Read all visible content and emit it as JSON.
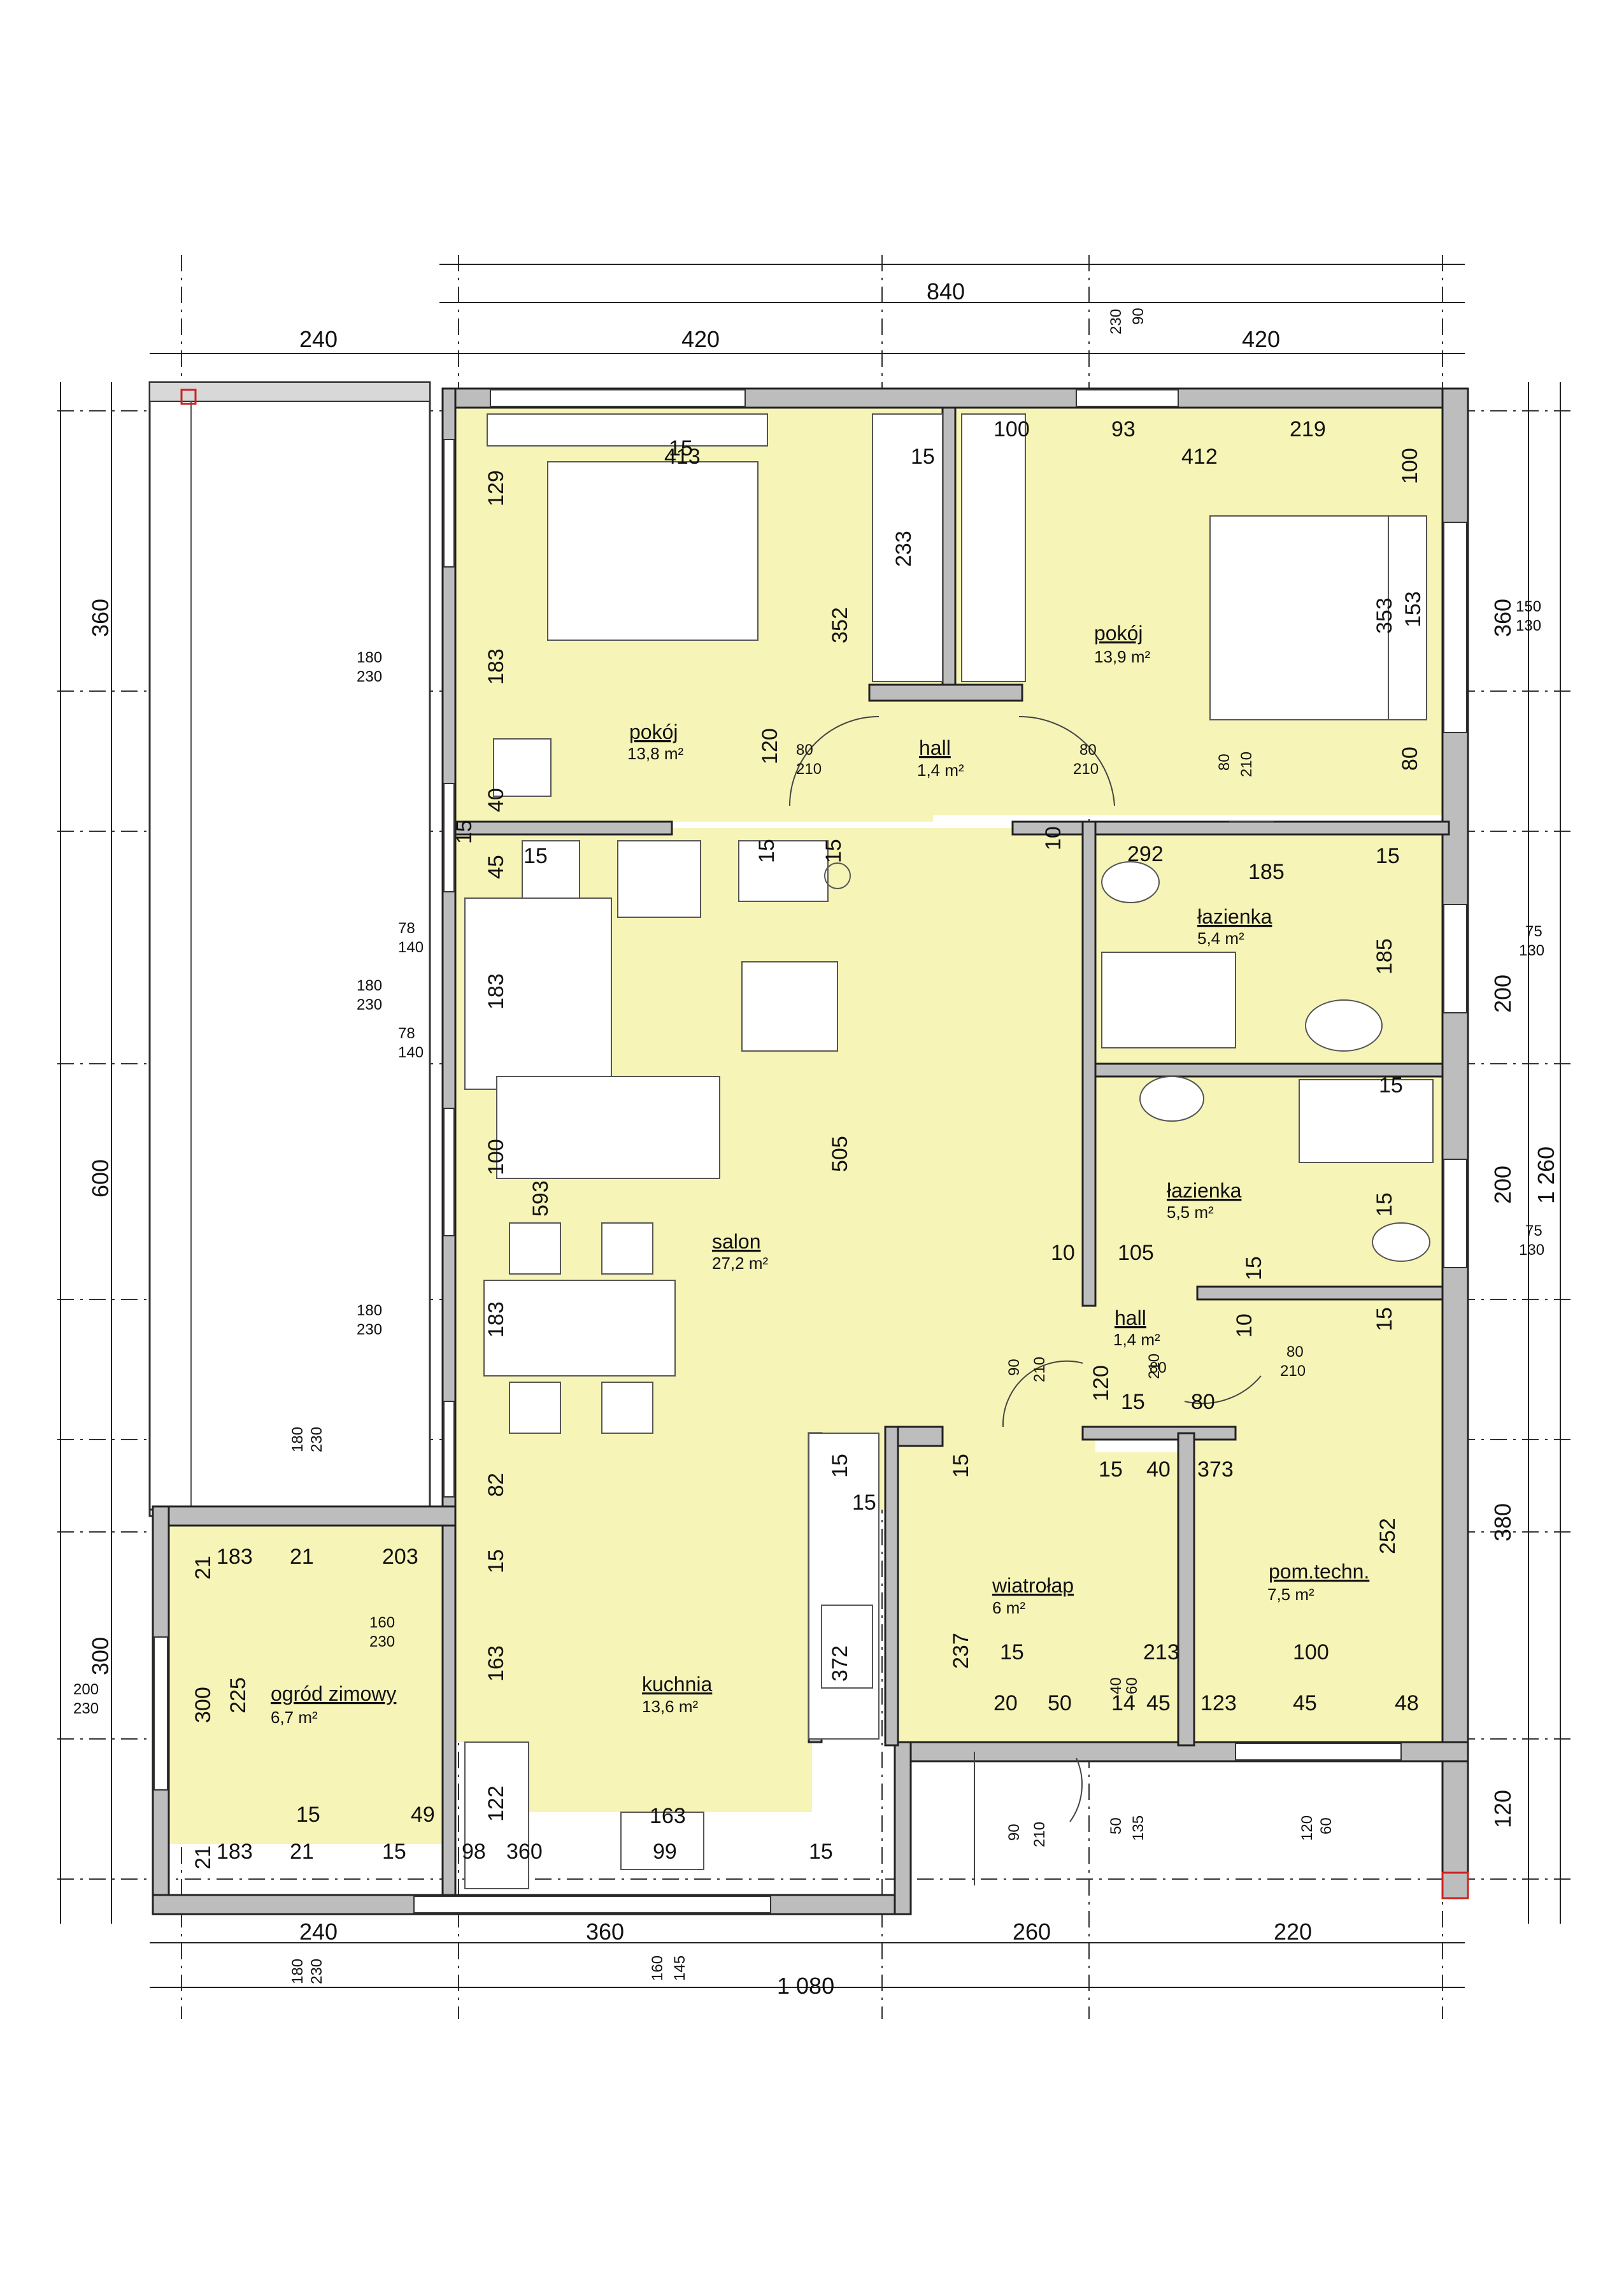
{
  "rooms": [
    {
      "name": "pokój",
      "area": "13,8 m²"
    },
    {
      "name": "hall",
      "area": "1,4 m²"
    },
    {
      "name": "pokój",
      "area": "13,9 m²"
    },
    {
      "name": "łazienka",
      "area": "5,4 m²"
    },
    {
      "name": "łazienka",
      "area": "5,5 m²"
    },
    {
      "name": "hall",
      "area": "1,4 m²"
    },
    {
      "name": "salon",
      "area": "27,2 m²"
    },
    {
      "name": "wiatrołap",
      "area": "6 m²"
    },
    {
      "name": "pom.techn.",
      "area": "7,5 m²"
    },
    {
      "name": "kuchnia",
      "area": "13,6 m²"
    },
    {
      "name": "ogród zimowy",
      "area": "6,7 m²"
    }
  ],
  "dimensions": {
    "top": [
      "240",
      "420",
      "420",
      "840"
    ],
    "bottom": [
      "240",
      "360",
      "260",
      "220",
      "1 080"
    ],
    "left": [
      "360",
      "600",
      "300"
    ],
    "right": [
      "360",
      "1 260",
      "380",
      "120",
      "200",
      "200"
    ],
    "interior": [
      "413",
      "412",
      "129",
      "183",
      "40",
      "45",
      "183",
      "100",
      "593",
      "183",
      "82",
      "15",
      "163",
      "122",
      "352",
      "233",
      "505",
      "372",
      "120",
      "100",
      "93",
      "219",
      "353",
      "153",
      "100",
      "80",
      "292",
      "185",
      "185",
      "15",
      "10",
      "105",
      "120",
      "15",
      "80",
      "15",
      "40",
      "373",
      "252",
      "237",
      "15",
      "213",
      "100",
      "20",
      "50",
      "14",
      "45",
      "123",
      "45",
      "48",
      "21",
      "183",
      "21",
      "203",
      "300",
      "225",
      "15",
      "49",
      "21",
      "183",
      "21",
      "15",
      "98",
      "360",
      "163",
      "99",
      "15",
      "15",
      "15",
      "15",
      "15",
      "15",
      "15",
      "10",
      "15",
      "15",
      "15",
      "10",
      "15",
      "15",
      "15",
      "15"
    ],
    "openings": [
      {
        "a": "180",
        "b": "230"
      },
      {
        "a": "78",
        "b": "140"
      },
      {
        "a": "180",
        "b": "230"
      },
      {
        "a": "78",
        "b": "140"
      },
      {
        "a": "180",
        "b": "230"
      },
      {
        "a": "180",
        "b": "230"
      },
      {
        "a": "160",
        "b": "230"
      },
      {
        "a": "200",
        "b": "230"
      },
      {
        "a": "150",
        "b": "130"
      },
      {
        "a": "75",
        "b": "130"
      },
      {
        "a": "75",
        "b": "130"
      },
      {
        "a": "80",
        "b": "210"
      },
      {
        "a": "80",
        "b": "210"
      },
      {
        "a": "80",
        "b": "210"
      },
      {
        "a": "80",
        "b": "210"
      },
      {
        "a": "90",
        "b": "210"
      },
      {
        "a": "90",
        "b": "210"
      },
      {
        "a": "120",
        "b": "60"
      },
      {
        "a": "50",
        "b": "135"
      },
      {
        "a": "160",
        "b": "145"
      },
      {
        "a": "180",
        "b": "230"
      },
      {
        "a": "40",
        "b": "60"
      },
      {
        "a": "90",
        "b": "230"
      },
      {
        "a": "80",
        "b": "210"
      }
    ]
  }
}
